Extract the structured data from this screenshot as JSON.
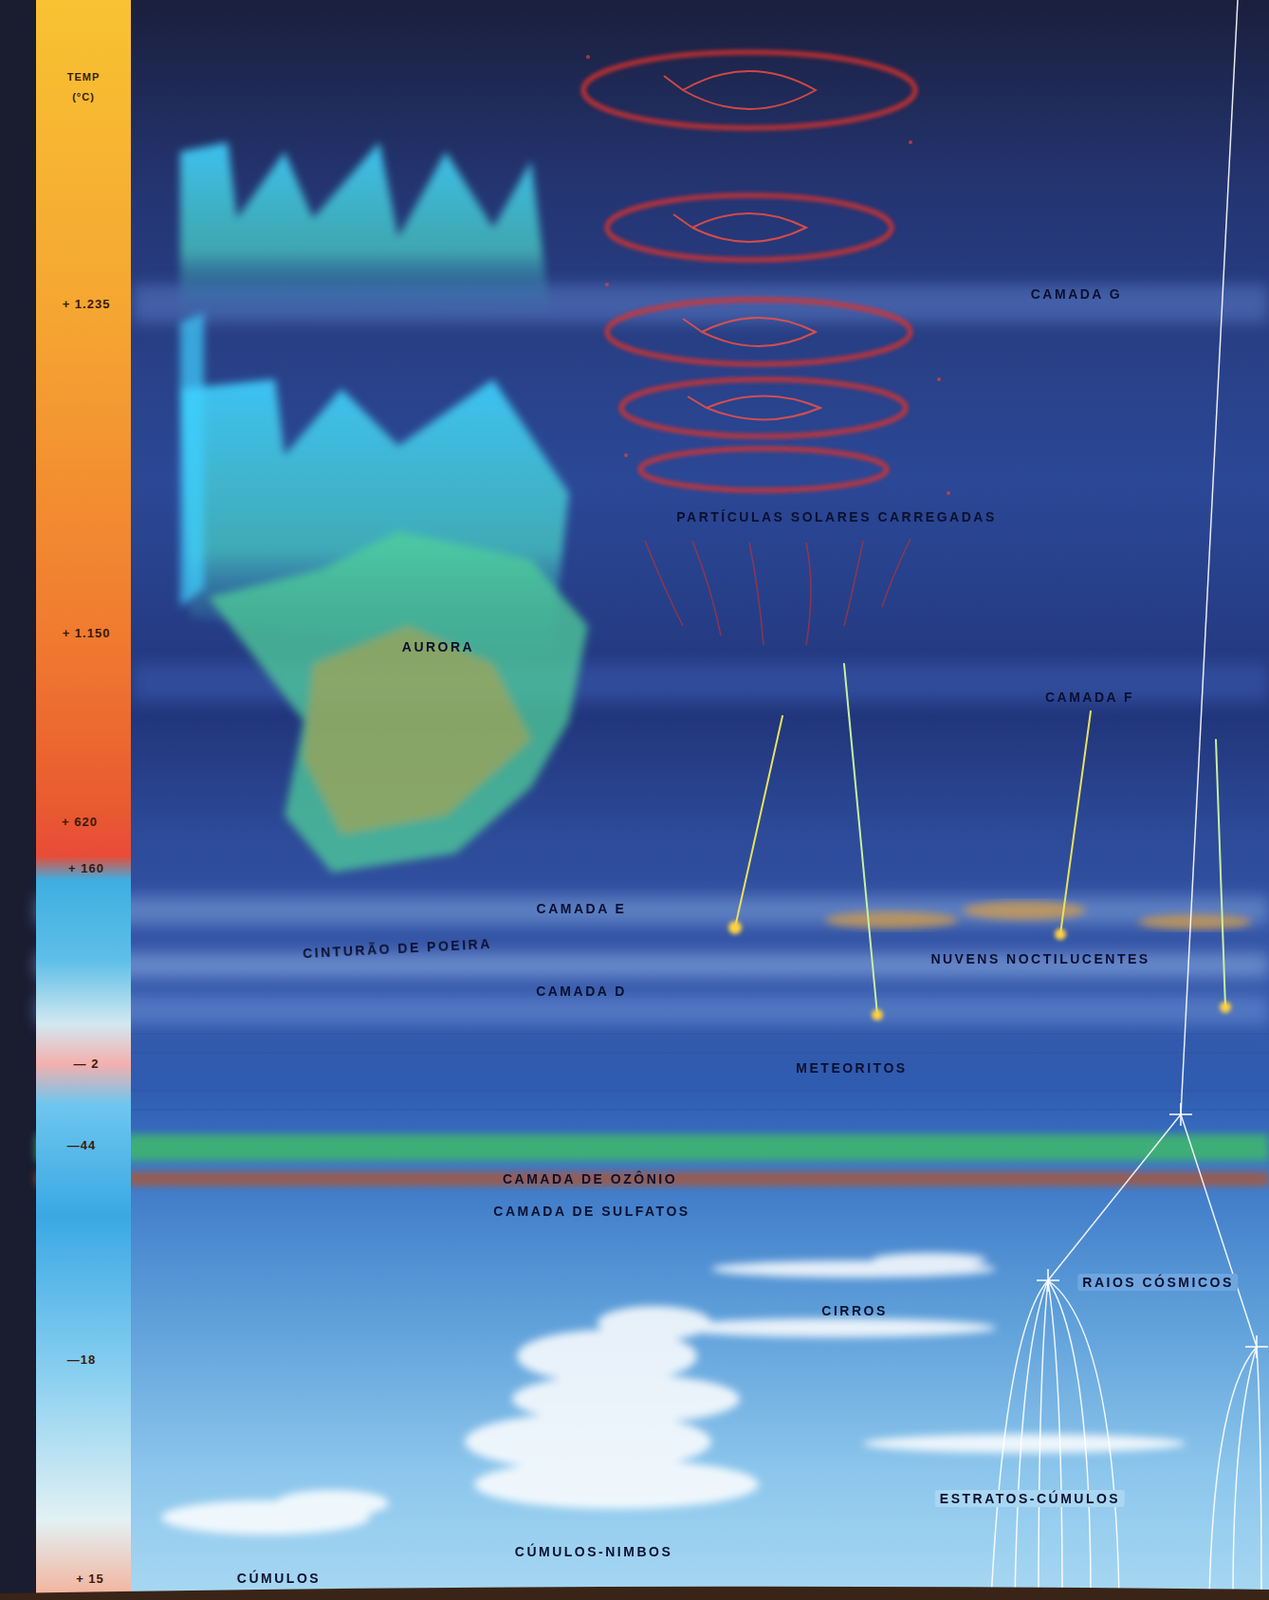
{
  "diagram": {
    "labels": [
      "TEMP (°C)",
      "+ 1.235",
      "+ 1.150",
      "+ 620",
      "+ 160",
      "— 2",
      "—44",
      "—18",
      "+ 15",
      "CAMADA G",
      "PARTÍCULAS SOLARES CARREGADAS",
      "AURORA",
      "CAMADA F",
      "CAMADA E",
      "CINTURÃO DE POEIRA",
      "NUVENS NOCTILUCENTES",
      "CAMADA D",
      "METEORITOS",
      "CAMADA DE OZÔNIO",
      "CAMADA DE SULFATOS",
      "RAIOS CÓSMICOS",
      "CIRROS",
      "ESTRATOS-CÚMULOS",
      "CÚMULOS-NIMBOS",
      "CÚMULOS"
    ]
  }
}
